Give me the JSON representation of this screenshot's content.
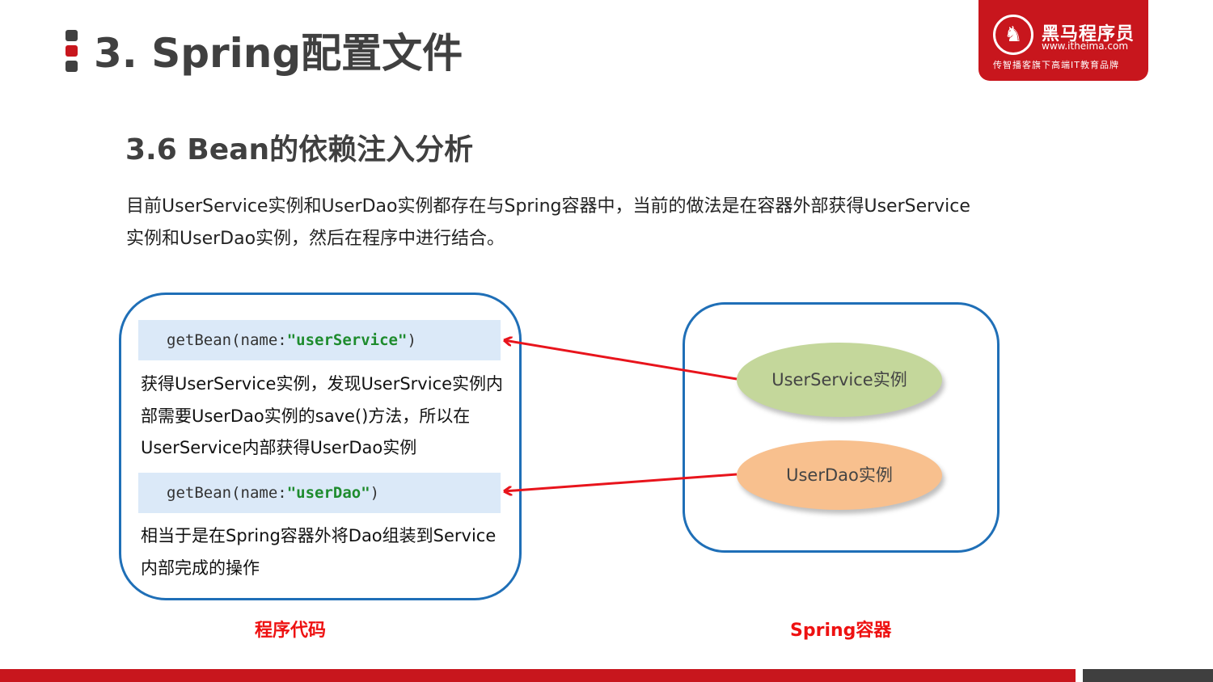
{
  "header": {
    "title": "3. Spring配置文件",
    "accent_colors": [
      "#404040",
      "#c8161d",
      "#404040"
    ]
  },
  "logo": {
    "icon": "horse-icon",
    "name": "黑马程序员",
    "url": "www.itheima.com",
    "slogan": "传智播客旗下高端IT教育品牌",
    "color": "#c8161d"
  },
  "section": {
    "title": "3.6 Bean的依赖注入分析",
    "description": "目前UserService实例和UserDao实例都存在与Spring容器中，当前的做法是在容器外部获得UserService实例和UserDao实例，然后在程序中进行结合。"
  },
  "program_code": {
    "code1": {
      "prefix": "getBean(name:",
      "arg": "\"userService\"",
      "suffix": ")"
    },
    "text1": "获得UserService实例，发现UserSrvice实例内部需要UserDao实例的save()方法，所以在UserService内部获得UserDao实例",
    "code2": {
      "prefix": "getBean(name:",
      "arg": "\"userDao\"",
      "suffix": ")"
    },
    "text2": "相当于是在Spring容器外将Dao组装到Service内部完成的操作",
    "caption": "程序代码"
  },
  "container": {
    "bean1": "UserService实例",
    "bean2": "UserDao实例",
    "caption": "Spring容器"
  },
  "colors": {
    "box_border": "#1f6fb7",
    "code_bg": "#dbe9f8",
    "string": "#1e8c2e",
    "arrow": "#e8141c",
    "bean1_fill": "#c4d79b",
    "bean2_fill": "#f8c08e",
    "caption": "#ee1111"
  }
}
